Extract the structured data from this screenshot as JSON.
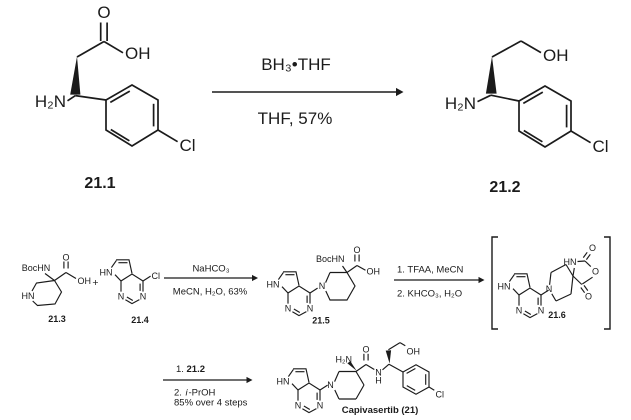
{
  "colors": {
    "ink": "#1b1b1b",
    "background": "#ffffff"
  },
  "top_reaction": {
    "compound_21_1": {
      "label": "21.1",
      "o": "O",
      "oh": "OH",
      "h2n": "H₂N",
      "cl": "Cl"
    },
    "conditions": {
      "above": "BH₃•THF",
      "below": "THF, 57%"
    },
    "compound_21_2": {
      "label": "21.2",
      "oh": "OH",
      "h2n": "H₂N",
      "cl": "Cl"
    }
  },
  "bottom_reaction": {
    "compound_21_3": {
      "label": "21.3",
      "bochn": "BocHN",
      "hn": "HN",
      "o": "O",
      "oh": "OH"
    },
    "plus": "+",
    "compound_21_4": {
      "label": "21.4",
      "hn": "HN",
      "n_left": "N",
      "n_right": "N",
      "cl": "Cl"
    },
    "step1_conditions": {
      "above": "NaHCO₃",
      "below": "MeCN, H₂O, 63%"
    },
    "compound_21_5": {
      "label": "21.5",
      "hn": "HN",
      "n_left": "N",
      "n_right": "N",
      "n_pip": "N",
      "bochn": "BocHN",
      "o": "O",
      "oh": "OH"
    },
    "step2_conditions": {
      "line1": "1. TFAA, MeCN",
      "line2": "2. KHCO₃, H₂O"
    },
    "compound_21_6": {
      "label": "21.6",
      "hn": "HN",
      "n_left": "N",
      "n_right": "N",
      "n_pip": "N",
      "hn_ring": "HN",
      "o_top": "O",
      "o_ring": "O",
      "o_bottom": "O"
    },
    "step3_conditions": {
      "line1_num": "1.",
      "line1_bold": "21.2",
      "line2_num": "2.",
      "line2_italic": "i",
      "line2_rest": "-PrOH",
      "line3": "85% over 4 steps"
    },
    "product": {
      "label": "Capivasertib (21)",
      "hn": "HN",
      "n_left": "N",
      "n_right": "N",
      "n_pip": "N",
      "h2n": "H₂N",
      "o": "O",
      "n_amide": "N",
      "h_amide": "H",
      "oh": "OH",
      "cl": "Cl"
    }
  }
}
